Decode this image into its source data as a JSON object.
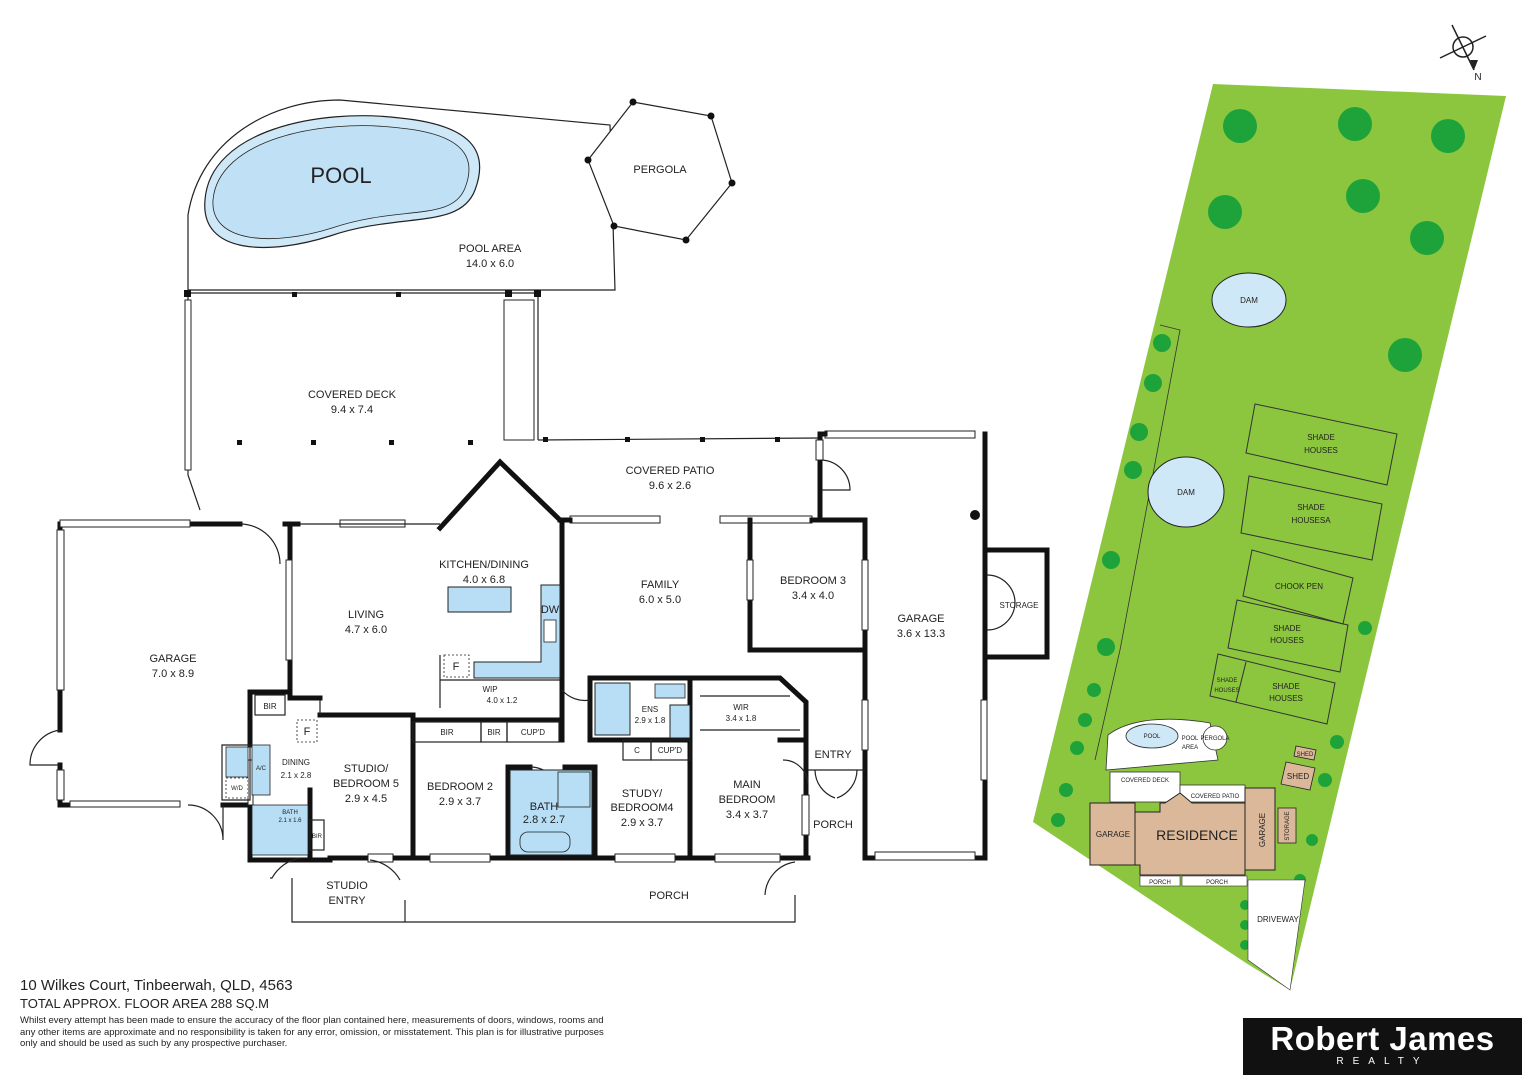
{
  "floorplan": {
    "rooms": {
      "pool": "POOL",
      "pergola": "PERGOLA",
      "pool_area": {
        "name": "POOL AREA",
        "size": "14.0 x 6.0"
      },
      "covered_deck": {
        "name": "COVERED DECK",
        "size": "9.4 x 7.4"
      },
      "covered_patio": {
        "name": "COVERED PATIO",
        "size": "9.6 x 2.6"
      },
      "garage_left": {
        "name": "GARAGE",
        "size": "7.0 x 8.9"
      },
      "living": {
        "name": "LIVING",
        "size": "4.7 x 6.0"
      },
      "kitchen": {
        "name": "KITCHEN/DINING",
        "size": "4.0 x 6.8"
      },
      "family": {
        "name": "FAMILY",
        "size": "6.0 x 5.0"
      },
      "bedroom3": {
        "name": "BEDROOM 3",
        "size": "3.4 x 4.0"
      },
      "garage_right": {
        "name": "GARAGE",
        "size": "3.6 x 13.3"
      },
      "storage": "STORAGE",
      "wip": {
        "name": "WIP",
        "size": "4.0 x 1.2"
      },
      "ens": {
        "name": "ENS",
        "size": "2.9 x 1.8"
      },
      "wir": {
        "name": "WIR",
        "size": "3.4 x 1.8"
      },
      "dining": {
        "name": "DINING",
        "size": "2.1 x 2.8"
      },
      "studio": {
        "name1": "STUDIO/",
        "name2": "BEDROOM 5",
        "size": "2.9 x 4.5"
      },
      "bedroom2": {
        "name": "BEDROOM 2",
        "size": "2.9 x 3.7"
      },
      "bath": {
        "name": "BATH",
        "size": "2.8 x 2.7"
      },
      "bath_small": {
        "name": "BATH",
        "size": "2.1 x 1.6"
      },
      "study": {
        "name1": "STUDY/",
        "name2": "BEDROOM4",
        "size": "2.9 x 3.7"
      },
      "main_bedroom": {
        "name1": "MAIN",
        "name2": "BEDROOM",
        "size": "3.4 x 3.7"
      },
      "entry": "ENTRY",
      "porch_right": "PORCH",
      "porch_front": "PORCH",
      "studio_entry": {
        "name1": "STUDIO",
        "name2": "ENTRY"
      },
      "bir1": "BIR",
      "bir2": "BIR",
      "bir3": "BIR",
      "bir4": "BIR",
      "cupd1": "CUP'D",
      "cupd2": "CUP'D",
      "c": "C",
      "dw": "DW",
      "f1": "F",
      "f2": "F",
      "ac": "A/C",
      "wd": "W/D"
    }
  },
  "siteplan": {
    "dam1": "DAM",
    "dam2": "DAM",
    "shade1": {
      "l1": "SHADE",
      "l2": "HOUSES"
    },
    "shade2": {
      "l1": "SHADE",
      "l2": "HOUSESA"
    },
    "chook": "CHOOK PEN",
    "shade3": {
      "l1": "SHADE",
      "l2": "HOUSES"
    },
    "shade4": {
      "l1": "SHADE",
      "l2": "HOUSES"
    },
    "shade5": {
      "l1": "SHADE",
      "l2": "HOUSES"
    },
    "pool": "POOL",
    "pool_area": {
      "l1": "POOL",
      "l2": "AREA"
    },
    "pergola": "PERGOLA",
    "covered_deck": "COVERED DECK",
    "covered_patio": "COVERED PATIO",
    "garage_left": "GARAGE",
    "residence": "RESIDENCE",
    "garage_right": "GARAGE",
    "storage": "STORAGE",
    "shed1": "SHED",
    "shed2": "SHED",
    "porch1": "PORCH",
    "porch2": "PORCH",
    "driveway": "DRIVEWAY",
    "north": "N"
  },
  "footer": {
    "address": "10 Wilkes Court, Tinbeerwah, QLD, 4563",
    "area": "TOTAL APPROX. FLOOR AREA 288 SQ.M",
    "disclaimer": "Whilst every attempt has been made to ensure the accuracy of the floor plan contained here, measurements of doors, windows, rooms and any other items are approximate and no responsibility is taken for any error, omission, or misstatement. This plan is for illustrative purposes only and should be used as such by any prospective purchaser."
  },
  "logo": {
    "name": "Robert James",
    "sub": "REALTY"
  },
  "colors": {
    "water": "#cfe8f7",
    "lawn": "#8cc63f",
    "tree": "#1ea33a",
    "building": "#dcb89a",
    "fixture": "#b7def5"
  }
}
